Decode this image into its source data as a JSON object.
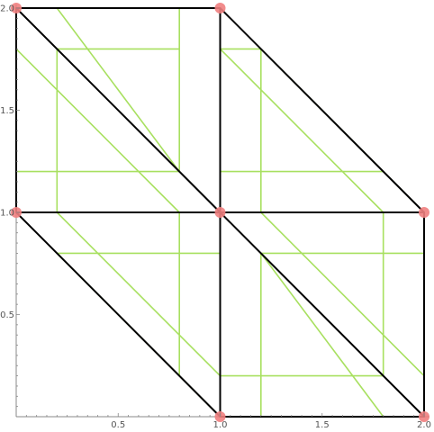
{
  "chart_data": {
    "type": "line",
    "title": "",
    "xlabel": "",
    "ylabel": "",
    "xlim": [
      0,
      2
    ],
    "ylim": [
      0,
      2
    ],
    "grid": false,
    "x_ticks": [
      {
        "value": 0.5,
        "label": "0.5"
      },
      {
        "value": 1.0,
        "label": "1.0"
      },
      {
        "value": 1.5,
        "label": "1.5"
      },
      {
        "value": 2.0,
        "label": "2.0"
      }
    ],
    "y_ticks": [
      {
        "value": 0.5,
        "label": "0.5"
      },
      {
        "value": 1.0,
        "label": "1.0"
      },
      {
        "value": 1.5,
        "label": "1.5"
      },
      {
        "value": 2.0,
        "label": "2.0"
      }
    ],
    "colors": {
      "black_lines": "#000000",
      "green_lines": "#a8e060",
      "points": "#f08080",
      "axes": "#888888"
    },
    "series": [
      {
        "style": "black",
        "segments": [
          [
            [
              0,
              2
            ],
            [
              1,
              2
            ]
          ],
          [
            [
              0,
              1
            ],
            [
              0,
              2
            ]
          ],
          [
            [
              1,
              1
            ],
            [
              1,
              2
            ]
          ],
          [
            [
              0,
              2
            ],
            [
              1,
              1
            ]
          ],
          [
            [
              1,
              2
            ],
            [
              2,
              1
            ]
          ],
          [
            [
              0,
              1
            ],
            [
              2,
              1
            ]
          ],
          [
            [
              1,
              0
            ],
            [
              1,
              1
            ]
          ],
          [
            [
              2,
              0
            ],
            [
              2,
              1
            ]
          ],
          [
            [
              1,
              0
            ],
            [
              2,
              0
            ]
          ],
          [
            [
              0,
              1
            ],
            [
              1,
              0
            ]
          ],
          [
            [
              1,
              1
            ],
            [
              2,
              0
            ]
          ]
        ]
      },
      {
        "style": "green",
        "segments": [
          [
            [
              0.2,
              1.8
            ],
            [
              0.8,
              1.8
            ]
          ],
          [
            [
              0.2,
              1.0
            ],
            [
              0.2,
              1.8
            ]
          ],
          [
            [
              0.8,
              1.2
            ],
            [
              0.8,
              2.0
            ]
          ],
          [
            [
              0.0,
              1.2
            ],
            [
              0.8,
              1.2
            ]
          ],
          [
            [
              0.2,
              2.0
            ],
            [
              0.8,
              1.2
            ]
          ],
          [
            [
              0.0,
              1.8
            ],
            [
              0.8,
              1.0
            ]
          ],
          [
            [
              1.0,
              1.8
            ],
            [
              1.2,
              1.8
            ]
          ],
          [
            [
              1.0,
              1.2
            ],
            [
              1.8,
              1.2
            ]
          ],
          [
            [
              1.0,
              1.8
            ],
            [
              1.8,
              1.0
            ]
          ],
          [
            [
              1.2,
              1.0
            ],
            [
              1.2,
              1.8
            ]
          ],
          [
            [
              1.2,
              1.8
            ],
            [
              2.0,
              1.0
            ]
          ],
          [
            [
              0.2,
              0.8
            ],
            [
              1.0,
              0.8
            ]
          ],
          [
            [
              0.2,
              1.0
            ],
            [
              1.0,
              0.2
            ]
          ],
          [
            [
              0.8,
              1.0
            ],
            [
              0.8,
              0.2
            ]
          ],
          [
            [
              0.2,
              0.8
            ],
            [
              1.0,
              0.0
            ]
          ],
          [
            [
              1.2,
              0.8
            ],
            [
              2.0,
              0.8
            ]
          ],
          [
            [
              1.0,
              0.2
            ],
            [
              1.8,
              0.2
            ]
          ],
          [
            [
              1.2,
              0.0
            ],
            [
              1.2,
              0.8
            ]
          ],
          [
            [
              1.8,
              0.2
            ],
            [
              1.8,
              1.0
            ]
          ],
          [
            [
              1.2,
              1.0
            ],
            [
              2.0,
              0.2
            ]
          ],
          [
            [
              1.2,
              0.8
            ],
            [
              1.8,
              0.0
            ]
          ]
        ]
      }
    ],
    "points": [
      [
        0,
        2
      ],
      [
        1,
        2
      ],
      [
        0,
        1
      ],
      [
        1,
        1
      ],
      [
        2,
        1
      ],
      [
        1,
        0
      ],
      [
        2,
        0
      ]
    ]
  }
}
